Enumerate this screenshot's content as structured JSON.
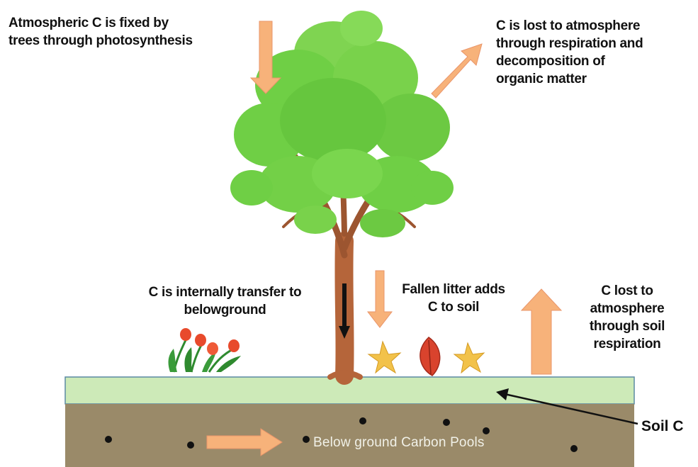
{
  "labels": {
    "fixed": "Atmospheric C is fixed by\ntrees through photosynthesis",
    "lost_resp": "C is lost to atmosphere\nthrough respiration and\ndecomposition of\norganic matter",
    "internal": "C is internally transfer to\nbelowground",
    "litter": "Fallen litter adds\nC to soil",
    "soil_resp": "C lost to\natmosphere\nthrough soil\nrespiration",
    "soil_c": "Soil C",
    "pools": "Below ground Carbon Pools"
  },
  "colors": {
    "arrow": "#f7b27a",
    "arrow_stroke": "#e9956a",
    "foliage": "#6fcf45",
    "trunk": "#b5653a",
    "topsoil": "#cdeab8",
    "subsoil": "#9a8a69"
  }
}
